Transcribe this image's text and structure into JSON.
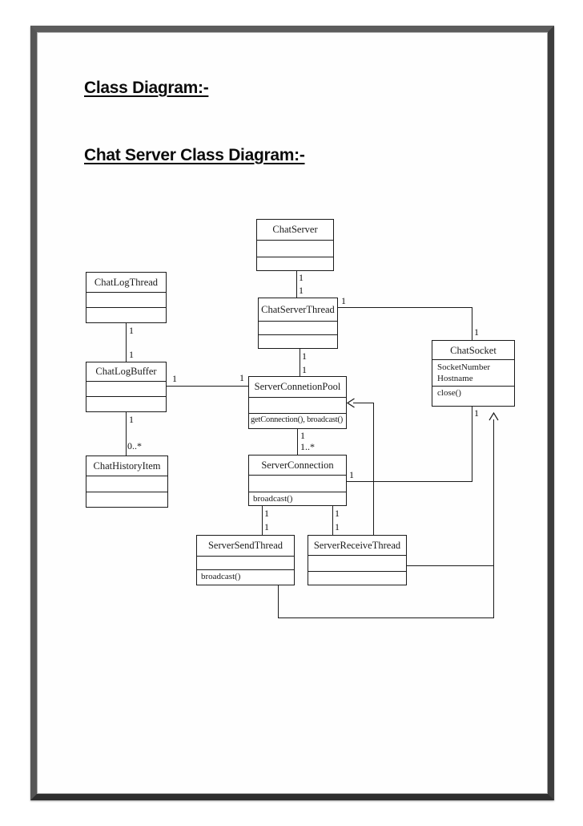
{
  "page": {
    "heading1": "Class Diagram:-",
    "heading2": "Chat Server Class Diagram:-"
  },
  "diagram": {
    "title": "Chat Server Class Diagram",
    "classes": [
      {
        "name": "ChatServer",
        "attributes": [],
        "methods": []
      },
      {
        "name": "ChatLogThread",
        "attributes": [],
        "methods": []
      },
      {
        "name": "ChatServerThread",
        "attributes": [],
        "methods": []
      },
      {
        "name": "ChatSocket",
        "attributes": [
          "SocketNumber",
          "Hostname"
        ],
        "methods": [
          "close()"
        ]
      },
      {
        "name": "ChatLogBuffer",
        "attributes": [],
        "methods": []
      },
      {
        "name": "ServerConnetionPool",
        "attributes": [],
        "methods": [
          "getConnection(), broadcast()"
        ]
      },
      {
        "name": "ChatHistoryItem",
        "attributes": [],
        "methods": []
      },
      {
        "name": "ServerConnection",
        "attributes": [],
        "methods": [
          "broadcast()"
        ]
      },
      {
        "name": "ServerSendThread",
        "attributes": [],
        "methods": [
          "broadcast()"
        ]
      },
      {
        "name": "ServerReceiveThread",
        "attributes": [],
        "methods": []
      }
    ],
    "associations": [
      {
        "from": "ChatServer",
        "to": "ChatServerThread",
        "from_mult": "1",
        "to_mult": "1"
      },
      {
        "from": "ChatServerThread",
        "to": "ChatSocket",
        "from_mult": "1",
        "to_mult": "1"
      },
      {
        "from": "ChatServerThread",
        "to": "ServerConnetionPool",
        "from_mult": "1",
        "to_mult": "1"
      },
      {
        "from": "ChatLogThread",
        "to": "ChatLogBuffer",
        "from_mult": "1",
        "to_mult": "1"
      },
      {
        "from": "ChatLogBuffer",
        "to": "ServerConnetionPool",
        "from_mult": "1",
        "to_mult": "1"
      },
      {
        "from": "ChatLogBuffer",
        "to": "ChatHistoryItem",
        "from_mult": "1",
        "to_mult": "0..*"
      },
      {
        "from": "ServerConnetionPool",
        "to": "ServerConnection",
        "from_mult": "1",
        "to_mult": "1..*"
      },
      {
        "from": "ServerConnection",
        "to": "ChatSocket",
        "from_mult": "1",
        "to_mult": "1"
      },
      {
        "from": "ServerConnection",
        "to": "ServerSendThread",
        "from_mult": "1",
        "to_mult": "1"
      },
      {
        "from": "ServerConnection",
        "to": "ServerReceiveThread",
        "from_mult": "1",
        "to_mult": "1"
      },
      {
        "from": "ServerReceiveThread",
        "to": "ServerConnetionPool",
        "arrow": "open"
      },
      {
        "from": "ServerSendThread",
        "to": "ChatSocket",
        "arrow": "open"
      }
    ]
  }
}
